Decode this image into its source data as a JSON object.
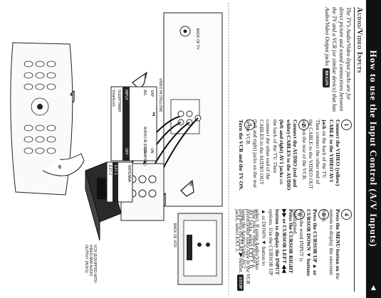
{
  "header": {
    "title": "How to use the Input Control (A/V Inputs)"
  },
  "section": {
    "heading": "Audio/Video Inputs",
    "intro": "The TV's Audio/Video Input jacks are for direct picture and sound connections between the TV and a VCR (or similar device) that has Audio/Video Output jacks.",
    "begin_label": "BEGIN"
  },
  "steps": [
    {
      "number": "1",
      "bold": "Connect the VIDEO (yellow) CABLE to the VIDEO AV1 jack",
      "text": "on the back of the TV. Then connect the other end of the CABLE to the VIDEO OUT jack on the rear of the VCR."
    },
    {
      "number": "2",
      "bold": "Connect the AUDIO (red and white) CABLES to the AUDIO (left and right) AV1 jacks",
      "text": "on the back of the TV. Then connect the other end of the CABLES to the AUDIO OUT (left and right) jacks on the rear of the VCR."
    },
    {
      "number": "3",
      "bold": "Turn the VCR and the TV ON.",
      "text": ""
    },
    {
      "number": "4",
      "bold": "Press the MENU button on",
      "text": "the remote to display the onscreen menu."
    },
    {
      "number": "5",
      "bold": "Press the CURSOR UP ▲ or CURSOR DOWN ▼ buttons",
      "text": "until the word INPUT is highlighted."
    },
    {
      "number": "6",
      "bold": "Press the CURSOR RIGHT ▶▶ or CURSOR LEFT ◀◀ button to display the INPUT",
      "text": "options. Use the CURSOR UP ▲ or DOWN ▼ button to select. If using Audio/Video AV1 jacks, select EXT 1. If using the Audio/Video AV2 jacks, select EXT 2."
    }
  ],
  "closing": "Now you're ready to play a prerecorded video tape in the VCR and press the PLAY ▶ button.",
  "stop_label": "STOP",
  "diagram": {
    "back_of_tv": "BACK OF TV",
    "back_of_vcr": "BACK OF VCR",
    "video_in": "VIDEO IN (YELLOW)",
    "audio_in": "AUDIO IN (RED/WHITE)",
    "vcr_note": "VCR (EQUIPPED WITH VIDEO AND AUDIO OUTPUT JACKS)",
    "menu_items": [
      "SAP",
      "AVL",
      "INPUT",
      "SLEEPTIMER",
      "SmartLock"
    ],
    "menu_values": [
      "ON",
      "ON",
      "OFF",
      "",
      ""
    ],
    "input_box_title": "ANTENNA",
    "input_options": [
      "EXT 1",
      "EXT 2"
    ]
  }
}
